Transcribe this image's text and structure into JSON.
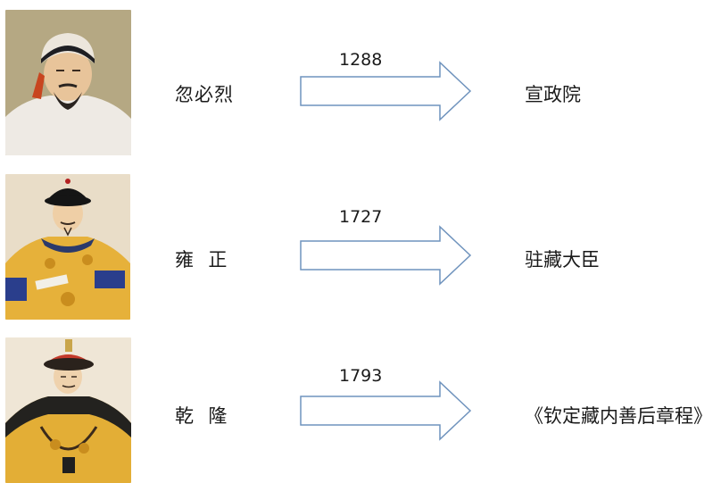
{
  "rows": [
    {
      "name": "忽必烈",
      "year": "1288",
      "result": "宣政院",
      "portrait_icon": "emperor-portrait-yuan",
      "robe_color": "#eeeae4",
      "bg_color": "#b5a883"
    },
    {
      "name": "雍  正",
      "year": "1727",
      "result": "驻藏大臣",
      "portrait_icon": "emperor-portrait-qing",
      "robe_color": "#e6b13a",
      "bg_color": "#e9ddc8"
    },
    {
      "name": "乾  隆",
      "year": "1793",
      "result": "《钦定藏内善后章程》",
      "portrait_icon": "emperor-portrait-qing",
      "robe_color": "#e3ae36",
      "bg_color": "#efe6d6"
    }
  ],
  "colors": {
    "arrow_stroke": "#6f93bd",
    "arrow_fill": "#ffffff",
    "text": "#1a1a1a"
  }
}
